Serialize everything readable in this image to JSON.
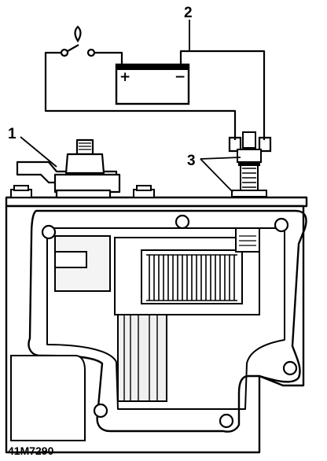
{
  "figure": {
    "figure_id": "41M7290",
    "callouts": [
      "1",
      "2",
      "3"
    ],
    "battery": {
      "positive": "+",
      "negative": "−"
    },
    "colors": {
      "ink": "#000000",
      "paper": "#ffffff",
      "shade": "#e6e6e6"
    },
    "icons": [
      "switch-icon",
      "battery-icon",
      "spring-icon",
      "terminal-stud-icon"
    ]
  }
}
